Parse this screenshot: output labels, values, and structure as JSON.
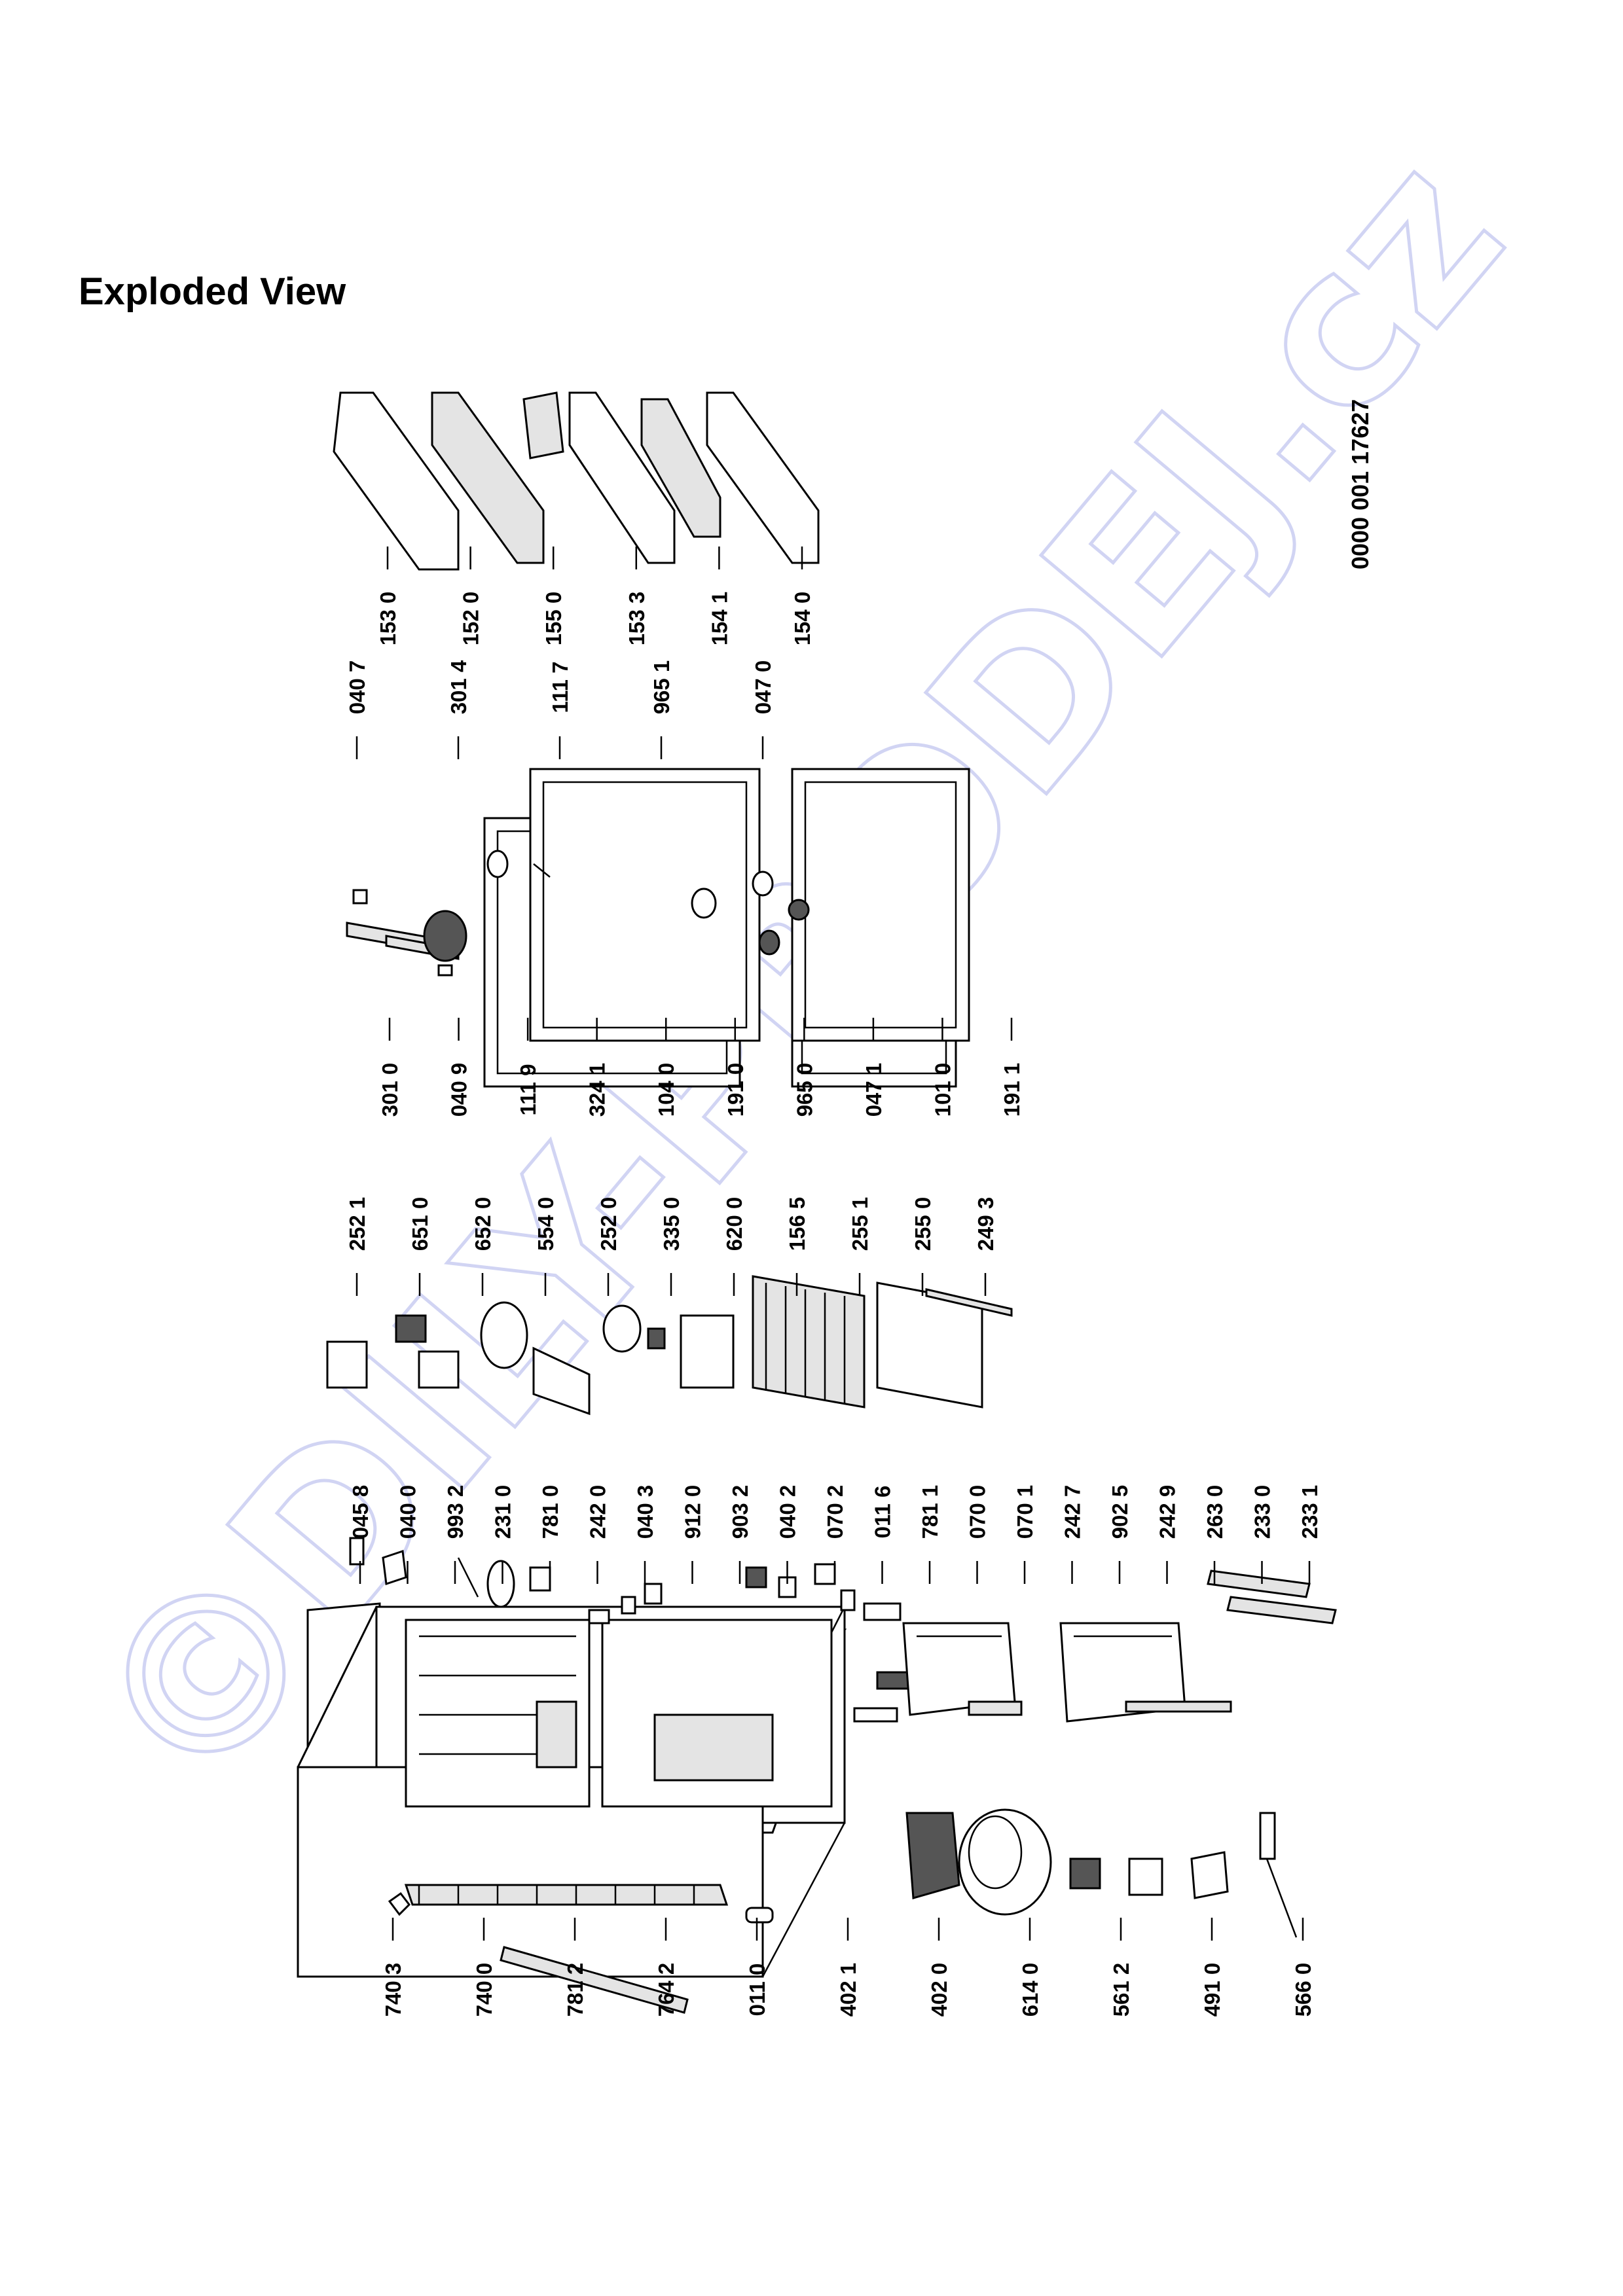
{
  "title": "Exploded View",
  "drawing_number": "0000 001 17627",
  "watermark": "©DILY-PRODEJ.cz",
  "part_labels": {
    "col1": [
      "740 3",
      "740 0",
      "781 2",
      "764 2",
      "011 0",
      "402 1",
      "402 0",
      "614 0",
      "561 2",
      "491 0",
      "566 0"
    ],
    "col2": [
      "045 8",
      "040 0",
      "993 2",
      "231 0",
      "781 0",
      "242 0",
      "040 3",
      "912 0",
      "903 2",
      "040 2",
      "070 2",
      "011 6",
      "781 1",
      "070 0",
      "070 1",
      "242 7",
      "902 5",
      "242 9",
      "263 0",
      "233 0",
      "233 1"
    ],
    "col3": [
      "252 1",
      "651 0",
      "652 0",
      "554 0",
      "252 0",
      "335 0",
      "620 0",
      "156 5",
      "255 1",
      "255 0",
      "249 3"
    ],
    "col4_bottom": [
      "301 0",
      "040 9",
      "111 9",
      "324 1",
      "104 0",
      "191 0",
      "965 0",
      "047 1",
      "101 0",
      "191 1"
    ],
    "col4_top": [
      "040 7",
      "301 4",
      "111 7",
      "965 1",
      "047 0"
    ],
    "col5": [
      "153 0",
      "152 0",
      "155 0",
      "153 3",
      "154 1",
      "154 0"
    ]
  }
}
